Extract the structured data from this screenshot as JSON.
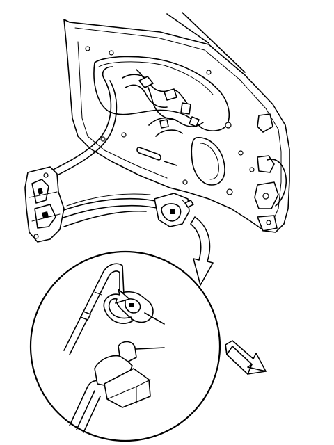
{
  "diagram": {
    "parts": [
      "door-inner-panel",
      "door-lock-actuator",
      "lock-rod-cable",
      "cable-retaining-clip",
      "detail-view",
      "clip-release-rotation",
      "door-forward-direction"
    ],
    "colors": {
      "line": "#000000",
      "background": "#ffffff"
    },
    "icons": [
      "curved-callout-arrow-icon",
      "rotation-arrow-icon",
      "direction-arrow-icon"
    ]
  }
}
